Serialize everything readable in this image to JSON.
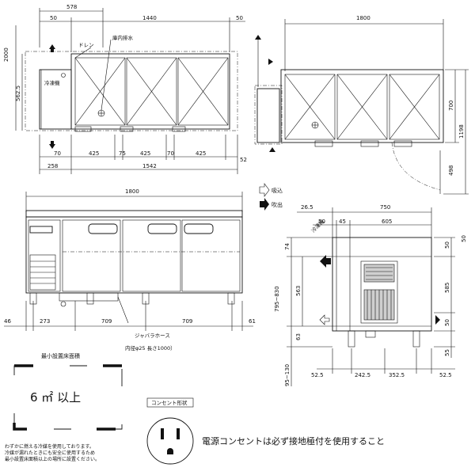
{
  "top_view": {
    "dims_top": [
      "578",
      "50",
      "1440",
      "50"
    ],
    "dims_left": [
      "2000",
      "562.5"
    ],
    "dims_bottom_1": [
      "70",
      "425",
      "75",
      "425",
      "70",
      "425",
      "52"
    ],
    "dims_bottom_2": [
      "258",
      "1542",
      "52"
    ],
    "labels": {
      "drain": "ドレン",
      "indoor_drain": "庫内排水",
      "refrig": "冷凍機"
    }
  },
  "side_view_top": {
    "dims": [
      "1800",
      "700",
      "1198",
      "498"
    ]
  },
  "front_view": {
    "dims_top": "1800",
    "dims_bottom": [
      "46",
      "273",
      "709",
      "709",
      "61"
    ],
    "hose_label": "ジャバラホース",
    "hose_spec": "内径φ25  長さ1000）"
  },
  "legend": {
    "intake": "吸込",
    "exhaust": "吹出"
  },
  "right_view": {
    "dims_top_1": [
      "26.5",
      "750"
    ],
    "dims_top_2": [
      "50",
      "45",
      "605"
    ],
    "dims_left": [
      "74",
      "795~830",
      "563",
      "63",
      "95~130"
    ],
    "dims_right": [
      "50",
      "585",
      "50",
      "55"
    ],
    "dims_bottom": [
      "52.5",
      "242.5",
      "352.5",
      "52.5"
    ],
    "dim_small": "50",
    "label": "冷凍機"
  },
  "min_area": {
    "title": "最小設置床面積",
    "value": "6 ㎡ 以上",
    "note": [
      "わずかに燃える冷媒を使用しております。",
      "冷媒が漏れたときにも安全に使用するため",
      "最小設置床面積以上の場所に設置ください。"
    ]
  },
  "outlet": {
    "title": "コンセント形状",
    "note": "電源コンセントは必ず接地極付を使用すること"
  }
}
